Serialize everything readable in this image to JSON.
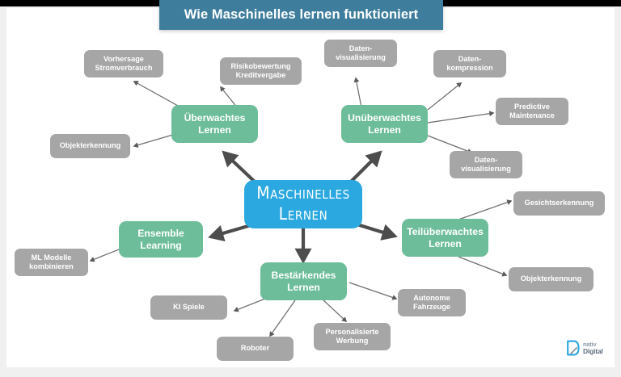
{
  "window": {
    "background_color": "#f0f0f0",
    "card_color": "#ffffff",
    "topbar_color": "#000000"
  },
  "banner": {
    "title": "Wie Maschinelles lernen funktioniert",
    "color": "#3e7e9c"
  },
  "palette": {
    "center": "#2ba8e0",
    "branch": "#6dbd9a",
    "leaf": "#a6a6a6",
    "arrow_thick": "#4d4d4d",
    "arrow_thin": "#6e6e6e"
  },
  "center_node": {
    "line1": "Maschinelles",
    "line2": "Lernen"
  },
  "branches": [
    {
      "id": "ueberwachtes",
      "line1": "Überwachtes",
      "line2": "Lernen",
      "leaves": [
        {
          "id": "vorhersage-stromverbrauch",
          "line1": "Vorhersage",
          "line2": "Stromverbrauch"
        },
        {
          "id": "risikobewertung-kreditvergabe",
          "line1": "Risikobewertung",
          "line2": "Kreditvergabe"
        },
        {
          "id": "objekterkennung-ueberwacht",
          "line1": "Objekterkennung",
          "line2": ""
        }
      ]
    },
    {
      "id": "unueberwachtes",
      "line1": "Unüberwachtes",
      "line2": "Lernen",
      "leaves": [
        {
          "id": "datenvisualisierung-oben",
          "line1": "Daten-",
          "line2": "visualisierung"
        },
        {
          "id": "datenkompression",
          "line1": "Daten-",
          "line2": "kompression"
        },
        {
          "id": "predictive-maintenance",
          "line1": "Predictive",
          "line2": "Maintenance"
        },
        {
          "id": "datenvisualisierung-unten",
          "line1": "Daten-",
          "line2": "visualisierung"
        }
      ]
    },
    {
      "id": "teilueberwachtes",
      "line1": "Teilüberwachtes",
      "line2": "Lernen",
      "leaves": [
        {
          "id": "gesichtserkennung",
          "line1": "Gesichtserkennung",
          "line2": ""
        },
        {
          "id": "objekterkennung-teil",
          "line1": "Objekterkennung",
          "line2": ""
        }
      ]
    },
    {
      "id": "bestaerkendes",
      "line1": "Bestärkendes",
      "line2": "Lernen",
      "leaves": [
        {
          "id": "ki-spiele",
          "line1": "KI Spiele",
          "line2": ""
        },
        {
          "id": "roboter",
          "line1": "Roboter",
          "line2": ""
        },
        {
          "id": "personalisierte-werbung",
          "line1": "Personalisierte",
          "line2": "Werbung"
        },
        {
          "id": "autonome-fahrzeuge",
          "line1": "Autonome",
          "line2": "Fahrzeuge"
        }
      ]
    },
    {
      "id": "ensemble",
      "line1": "Ensemble",
      "line2": "Learning",
      "leaves": [
        {
          "id": "ml-modelle-kombinieren",
          "line1": "ML Modelle",
          "line2": "kombinieren"
        }
      ]
    }
  ],
  "logo": {
    "name_top": "nativ",
    "name_bottom": "Digital",
    "mark_color": "#2ba8e0"
  }
}
